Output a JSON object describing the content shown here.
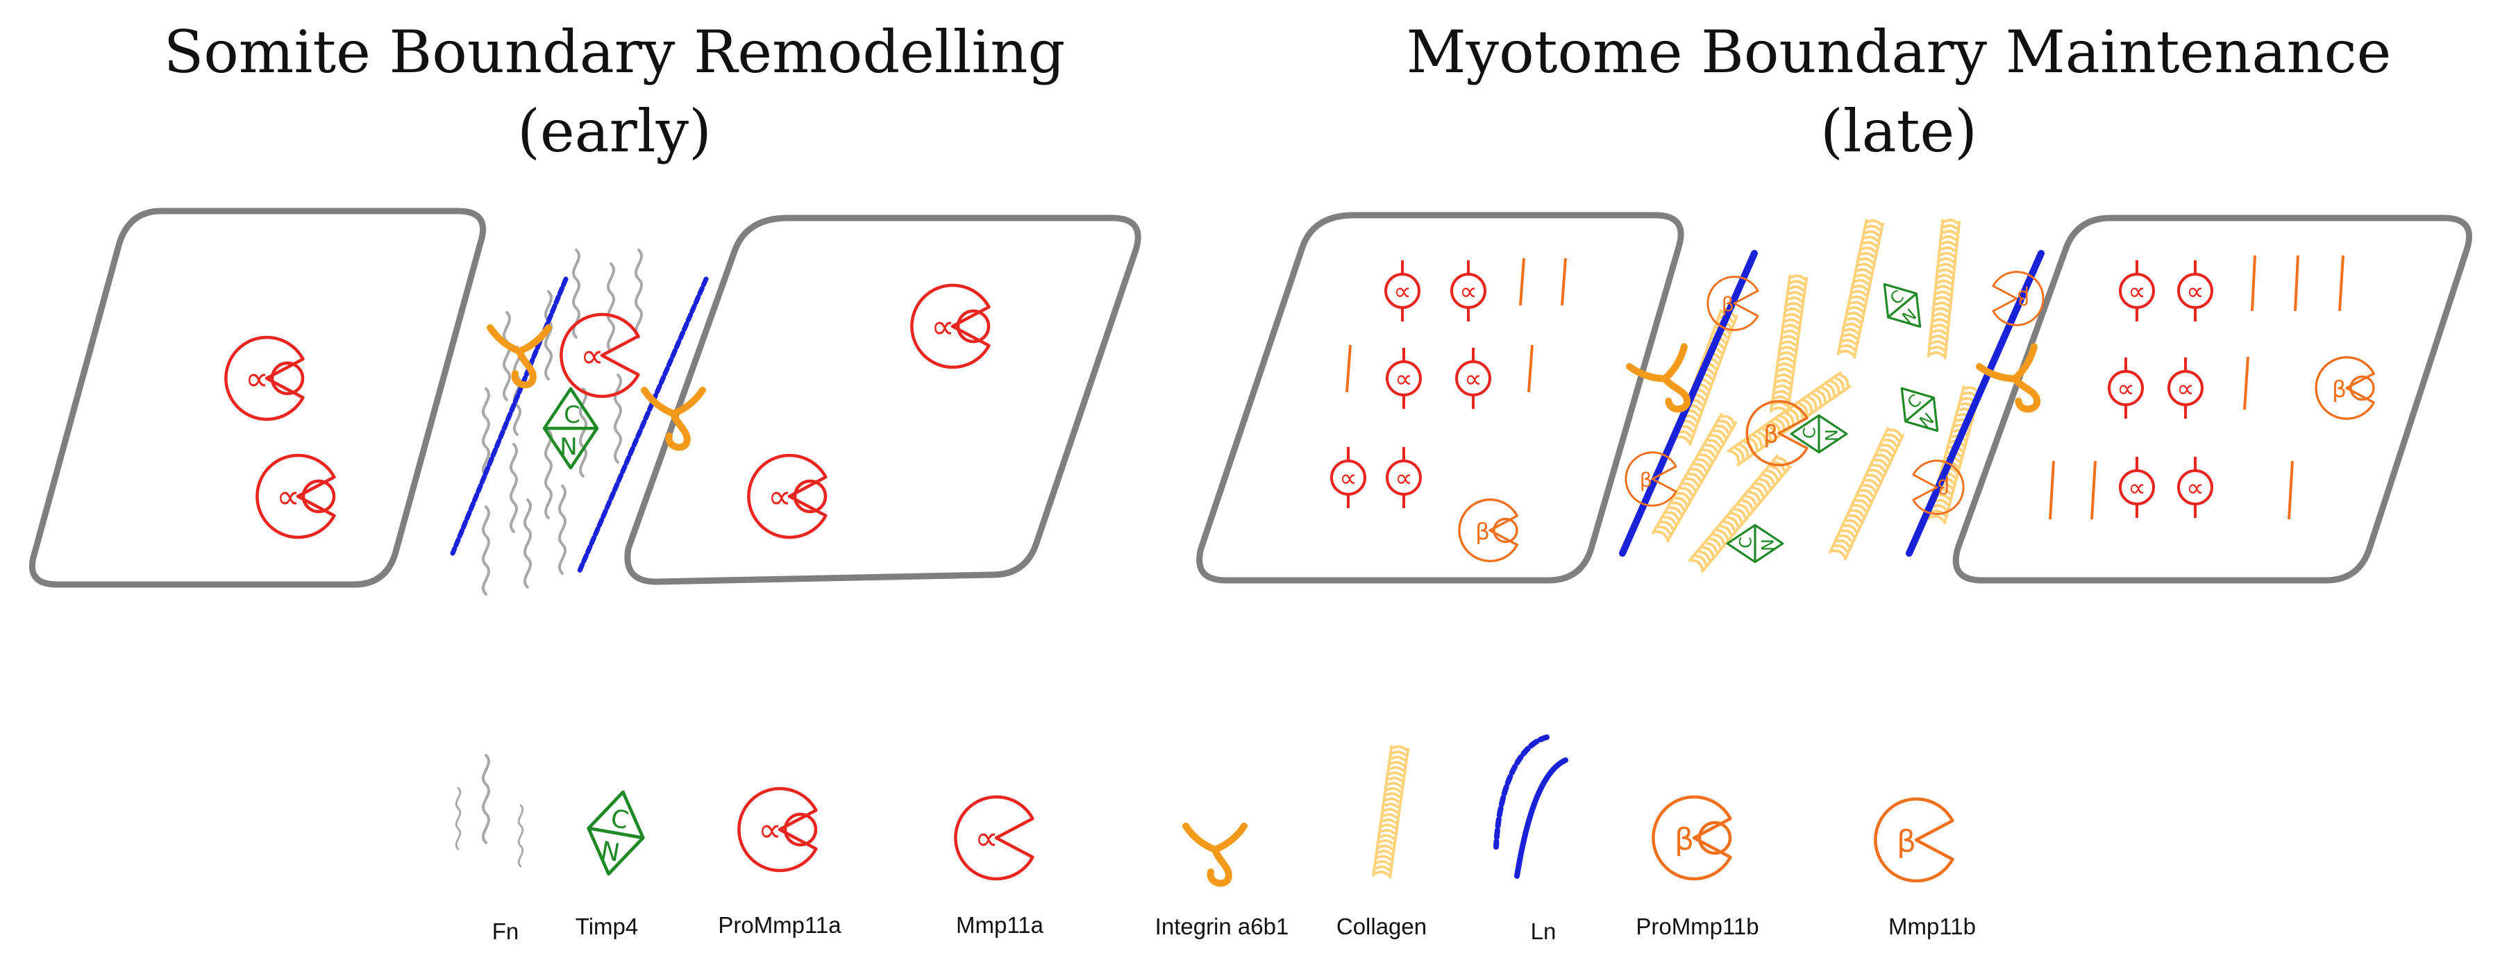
{
  "panels": {
    "early": {
      "title_line1": "Somite Boundary Remodelling",
      "title_line2": "(early)"
    },
    "late": {
      "title_line1": "Myotome Boundary Maintenance",
      "title_line2": "(late)"
    }
  },
  "symbols": {
    "alpha": "∝",
    "beta": "β",
    "timp_c": "C",
    "timp_n": "N"
  },
  "legend": [
    {
      "label": "Fn",
      "icon": "fibronectin-strands"
    },
    {
      "label": "Timp4",
      "icon": "timp4-diamond"
    },
    {
      "label": "ProMmp11a",
      "icon": "pro-mmp-alpha"
    },
    {
      "label": "Mmp11a",
      "icon": "mmp-alpha"
    },
    {
      "label": "Integrin a6b1",
      "icon": "integrin"
    },
    {
      "label": "Collagen",
      "icon": "collagen-coil"
    },
    {
      "label": "Ln",
      "icon": "laminin-lines"
    },
    {
      "label": "ProMmp11b",
      "icon": "pro-mmp-beta"
    },
    {
      "label": "Mmp11b",
      "icon": "mmp-beta"
    }
  ],
  "colors": {
    "cell_outline": "#7f7f7f",
    "mmp11a": "#e8251f",
    "mmp11b": "#f0701e",
    "timp4": "#1f8a25",
    "integrin": "#f39a1b",
    "laminin": "#1a22d8",
    "collagen": "#ffd27a",
    "fibronectin": "#a8a8a8"
  }
}
